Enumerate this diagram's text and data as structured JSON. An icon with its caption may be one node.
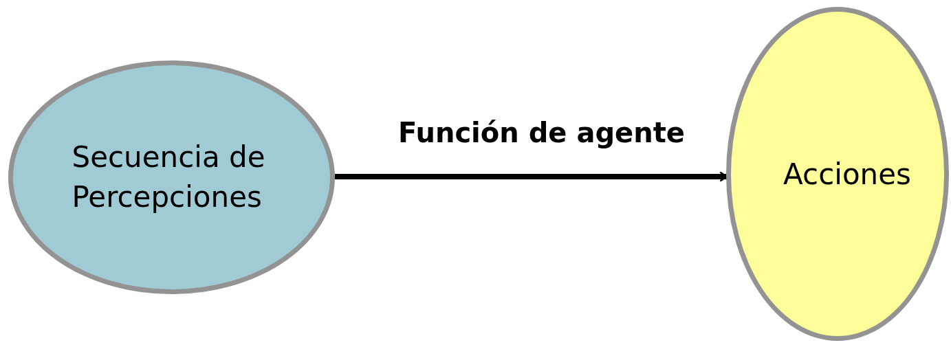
{
  "diagram": {
    "nodes": [
      {
        "text": [
          "Secuencia de Percepciones"
        ]
      },
      {
        "text": [
          "Acciones"
        ]
      }
    ],
    "edges": [
      {
        "from": 0,
        "to": 1,
        "arrow": "to",
        "label": "Función de agente"
      }
    ]
  }
}
